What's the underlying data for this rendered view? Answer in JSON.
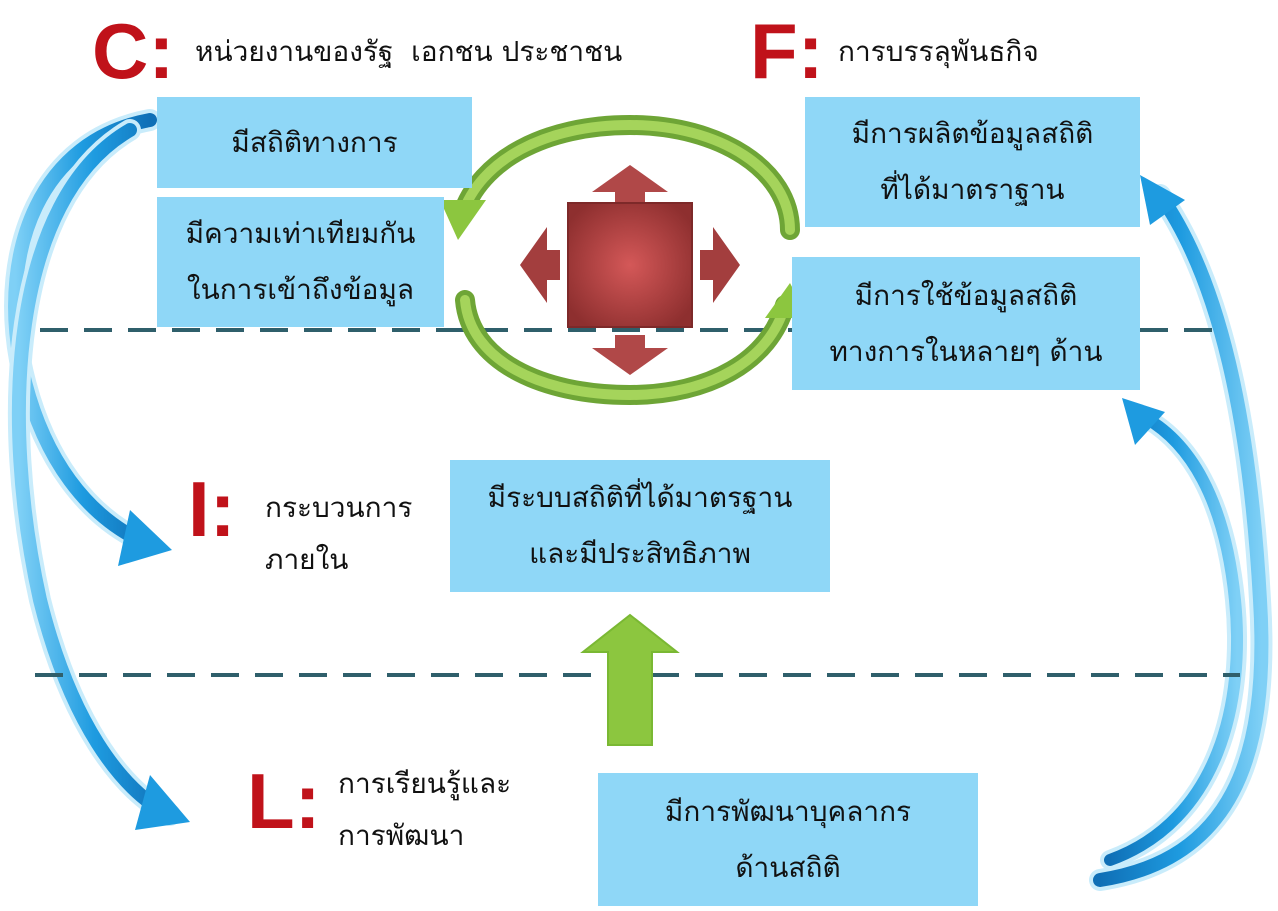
{
  "perspectives": {
    "c": {
      "letter": "C:",
      "label": "หน่วยงานของรัฐ  เอกชน ประชาชน"
    },
    "f": {
      "letter": "F:",
      "label": "การบรรลุพันธกิจ"
    },
    "i": {
      "letter": "I:",
      "label_line1": "กระบวนการ",
      "label_line2": "ภายใน"
    },
    "l": {
      "letter": "L:",
      "label_line1": "การเรียนรู้และ",
      "label_line2": "การพัฒนา"
    }
  },
  "boxes": {
    "official_stats": "มีสถิติทางการ",
    "equal_access_line1": "มีความเท่าเทียมกัน",
    "equal_access_line2": "ในการเข้าถึงข้อมูล",
    "standard_production_line1": "มีการผลิตข้อมูลสถิติ",
    "standard_production_line2": "ที่ได้มาตราฐาน",
    "usage_line1": "มีการใช้ข้อมูลสถิติ",
    "usage_line2": "ทางการในหลายๆ ด้าน",
    "system_line1": "มีระบบสถิติที่ได้มาตรฐาน",
    "system_line2": "และมีประสิทธิภาพ",
    "personnel_line1": "มีการพัฒนาบุคลากร",
    "personnel_line2": "ด้านสถิติ"
  },
  "colors": {
    "box_fill": "#8fd7f7",
    "letter_red": "#c0121a",
    "dashed_line": "#2f5f6b",
    "green_arrow": "#8cc63f",
    "blue_arrow": "#1e9be0",
    "center_red": "#a8403f"
  }
}
